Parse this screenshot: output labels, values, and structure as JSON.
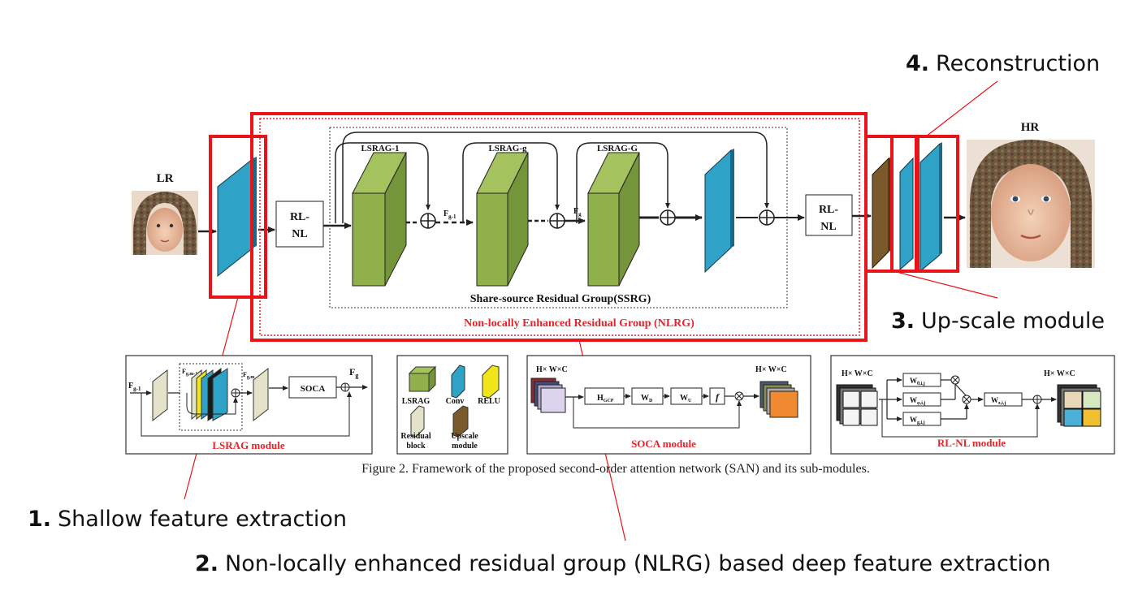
{
  "callouts": [
    {
      "num": "1.",
      "text": "Shallow feature extraction"
    },
    {
      "num": "2.",
      "text": "Non-locally enhanced residual group (NLRG) based deep feature extraction"
    },
    {
      "num": "3.",
      "text": "Up-scale module"
    },
    {
      "num": "4.",
      "text": "Reconstruction"
    }
  ],
  "main": {
    "lr_label": "LR",
    "hr_label": "HR",
    "rlnl_label_a": "RL-",
    "rlnl_label_b": "NL",
    "lsrag_1": "LSRAG-1",
    "lsrag_g": "LSRAG-g",
    "lsrag_G": "LSRAG-G",
    "f_g_minus_1": "F",
    "f_g_minus_1_sub": "g-1",
    "f_g": "F",
    "f_g_sub": "g",
    "ssrg_label": "Share-source Residual Group(SSRG)",
    "nlrg_label": "Non-locally Enhanced  Residual Group (NLRG)"
  },
  "submodules": {
    "lsrag": {
      "title": "LSRAG module",
      "in_label": "F",
      "in_sub": "g-1",
      "mid_label": "F",
      "mid_sub": "g,m-1",
      "mid2_label": "F",
      "mid2_sub": "g,m",
      "soca": "SOCA",
      "out_label": "F",
      "out_sub": "g"
    },
    "legend": {
      "lsrag": "LSRAG",
      "conv": "Conv",
      "relu": "RELU",
      "residual_a": "Residual",
      "residual_b": "block",
      "upscale_a": "Upscale",
      "upscale_b": "module"
    },
    "soca": {
      "title": "SOCA module",
      "in_dims": "H× W×C",
      "out_dims": "H× W×C",
      "hgcp": "H",
      "hgcp_sub": "GCP",
      "wd": "W",
      "wd_sub": "D",
      "wu": "W",
      "wu_sub": "U",
      "f": "f"
    },
    "rlnl": {
      "title": "RL-NL module",
      "in_dims": "H× W×C",
      "out_dims": "H× W×C",
      "w1": "W",
      "w1_sub": "θ,i,j",
      "w2": "W",
      "w2_sub": "φ,i,j",
      "w3": "W",
      "w3_sub": "g,i,j",
      "w4": "W",
      "w4_sub": "z,i,j"
    }
  },
  "caption": "Figure 2. Framework of the proposed second-order attention network (SAN) and its sub-modules.",
  "colors": {
    "highlight_red": "#e8141a",
    "nlrg_text_red": "#e8242a",
    "lsrag_green": "#8fb04a",
    "conv_blue": "#2fa3c7",
    "relu_yellow": "#f0e41a",
    "upscale_brown": "#7a5a2a",
    "residual_beige": "#e4e2c8"
  }
}
